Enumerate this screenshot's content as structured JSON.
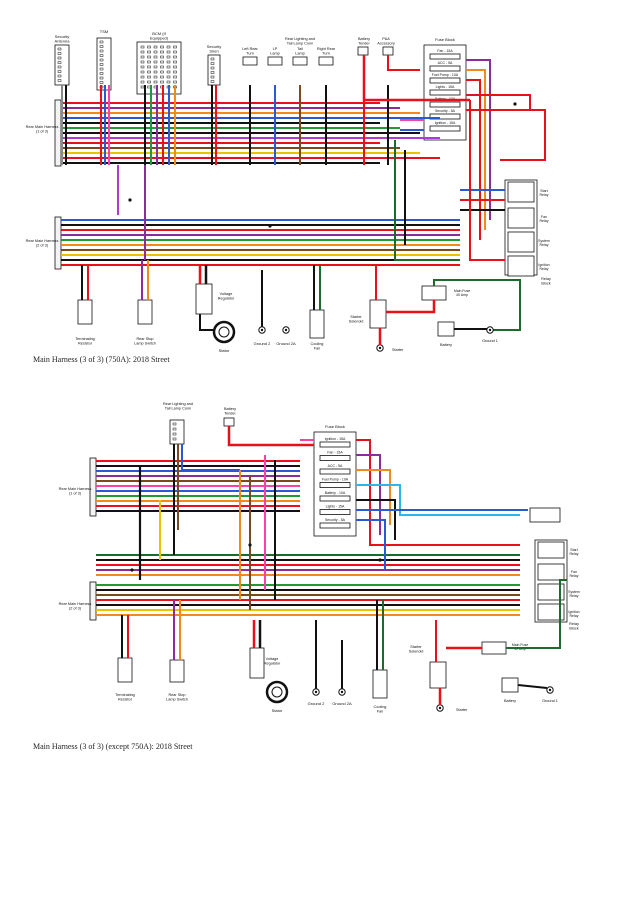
{
  "colors": {
    "red": "#e8101a",
    "black": "#111111",
    "blue": "#2b59d6",
    "green": "#1f9a3a",
    "darkgreen": "#1d6b2a",
    "purple": "#8a2c9c",
    "violet": "#b03ad0",
    "orange": "#f08a1a",
    "yellow": "#e8c400",
    "brown": "#7a4a1e",
    "pink": "#ff3fa8",
    "gray": "#8a8a8a",
    "lightblue": "#29b6e8",
    "white": "#cccccc",
    "tan": "#c7a26a"
  },
  "diagram1": {
    "caption": "Main Harness (3 of 3) (750A): 2018 Street",
    "labels": {
      "security_antenna": "Security Antenna",
      "tsm": "TSM",
      "bcm": "BCM (If Equipped)",
      "security_siren": "Security Siren",
      "left_rear_turn": "Left Rear Turn",
      "lp_lamp": "LP Lamp",
      "tail_lamp": "Tail Lamp",
      "right_rear_turn": "Right Rear Turn",
      "rear_lighting": "Rear Lighting and Tail Lamp Conn",
      "battery_tender": "Battery Tender",
      "p_and_a": "P&A Accessory",
      "fuse_block": "Fuse Block",
      "rear_harness_1": "Rear Main Harness (1 of 3)",
      "rear_harness_2": "Rear Main Harness (2 of 3)",
      "terminating_resistor": "Terminating Resistor",
      "rear_stop_switch": "Rear Stop Lamp Switch",
      "voltage_regulator": "Voltage Regulator",
      "stator": "Stator",
      "ground_2": "Ground 2",
      "ground_2a": "Ground 2A",
      "cooling_fan": "Cooling Fan",
      "starter_solenoid": "Starter Solenoid",
      "starter": "Starter",
      "main_fuse": "Main Fuse 40 Amp",
      "battery": "Battery",
      "ground_1": "Ground 1",
      "relay_block": "Relay Block",
      "start_relay": "Start Relay",
      "fan_relay": "Fan Relay",
      "system_relay": "System Relay",
      "ignition_relay": "Ignition Relay"
    },
    "fuses": [
      "Fan - 15A",
      "ACC - 5A",
      "Fuel Pump - 10A",
      "Lights - 15A",
      "Battery - 10A",
      "Security - 5A",
      "Ignition - 15A"
    ]
  },
  "diagram2": {
    "caption": "Main Harness (3 of 3) (except 750A): 2018 Street",
    "labels": {
      "rear_lighting": "Rear Lighting and Tail Lamp Conn",
      "battery_tender": "Battery Tender",
      "fuse_block": "Fuse Block",
      "rear_harness_1": "Rear Main Harness (1 of 3)",
      "rear_harness_2": "Rear Main Harness (2 of 3)",
      "terminating_resistor": "Terminating Resistor",
      "rear_stop_switch": "Rear Stop Lamp Switch",
      "voltage_regulator": "Voltage Regulator",
      "stator": "Stator",
      "ground_2": "Ground 2",
      "ground_2a": "Ground 2A",
      "cooling_fan": "Cooling Fan",
      "starter_solenoid": "Starter Solenoid",
      "starter": "Starter",
      "main_fuse": "Main Fuse 40 Amp",
      "battery": "Battery",
      "ground_1": "Ground 1",
      "relay_block": "Relay Block",
      "start_relay": "Start Relay",
      "fan_relay": "Fan Relay",
      "system_relay": "System Relay",
      "ignition_relay": "Ignition Relay"
    },
    "fuses": [
      "Ignition - 15A",
      "Fan - 15A",
      "ACC - 5A",
      "Fuel Pump - 10A",
      "Battery - 10A",
      "Lights - 15A",
      "Security - 5A"
    ]
  }
}
